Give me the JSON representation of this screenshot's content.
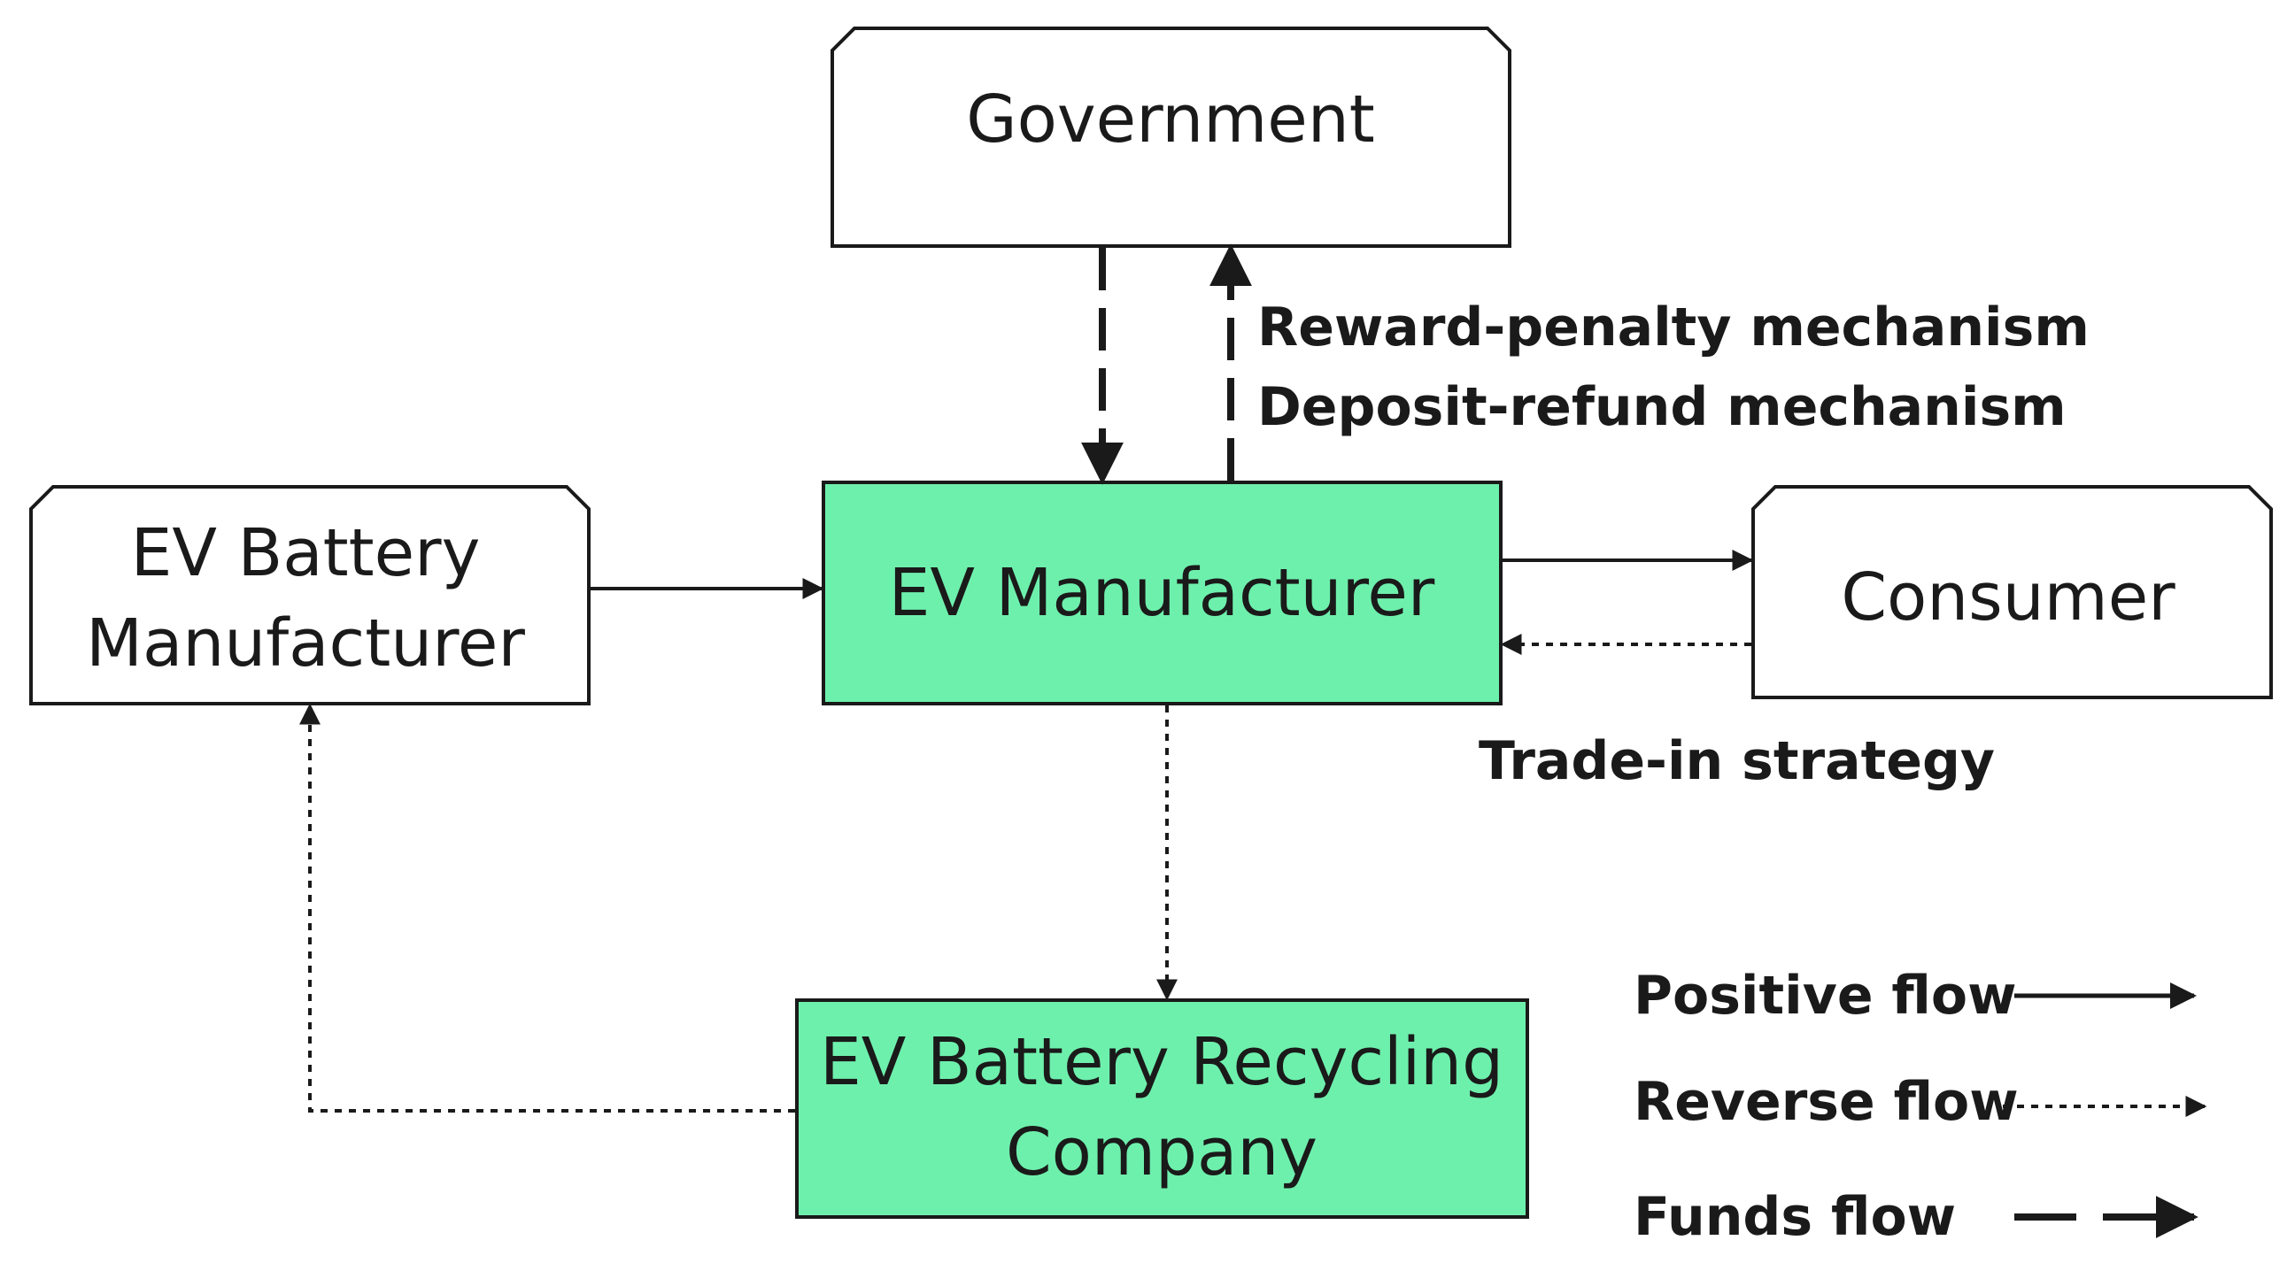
{
  "nodes": {
    "government": {
      "label": "Government"
    },
    "ev_battery_manufacturer": {
      "lines": [
        "EV Battery",
        "Manufacturer"
      ]
    },
    "ev_manufacturer": {
      "label": "EV Manufacturer"
    },
    "consumer": {
      "label": "Consumer"
    },
    "recycling_company": {
      "lines": [
        "EV Battery Recycling",
        "Company"
      ]
    }
  },
  "annotations": {
    "government_mechanisms": [
      "Reward-penalty mechanism",
      "Deposit-refund mechanism"
    ],
    "consumer_strategy": "Trade-in strategy"
  },
  "legend": [
    {
      "label": "Positive flow",
      "style": "solid"
    },
    {
      "label": "Reverse flow",
      "style": "dotted"
    },
    {
      "label": "Funds flow",
      "style": "dashed"
    }
  ],
  "colors": {
    "highlight_fill": "#6ef0ad",
    "plain_fill": "#ffffff",
    "stroke": "#1a1a1a"
  }
}
